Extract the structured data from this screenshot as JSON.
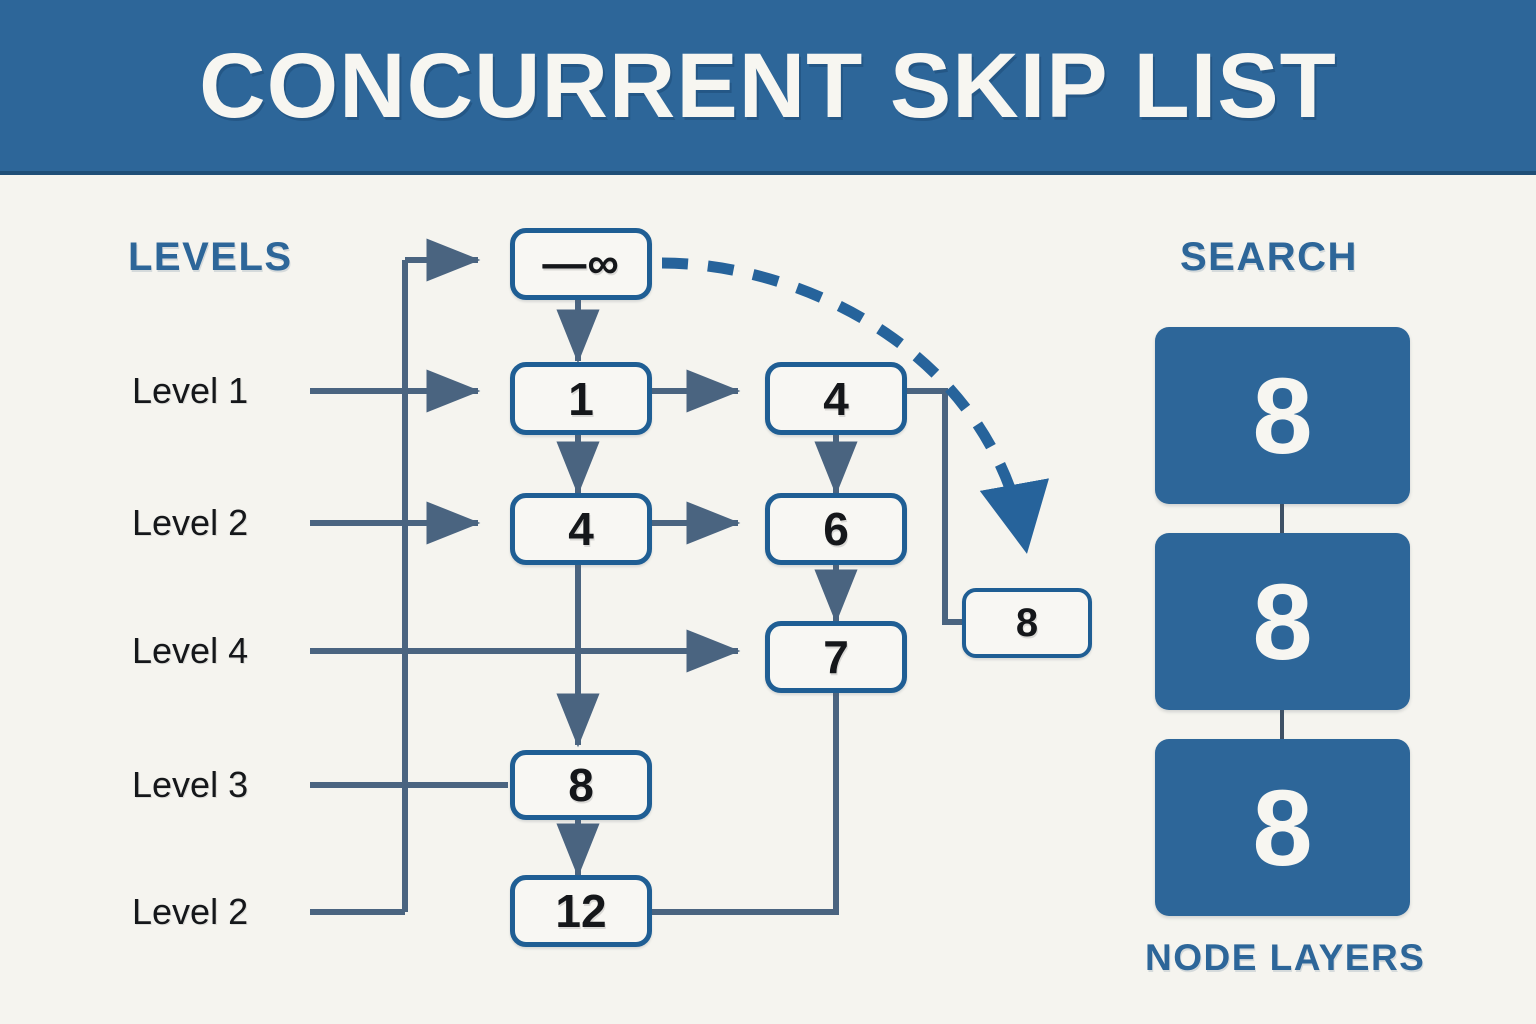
{
  "header": {
    "title": "CONCURRENT SKIP LIST"
  },
  "colors": {
    "header_bg": "#2D6699",
    "header_border": "#1F4E77",
    "page_bg": "#F5F4EF",
    "accent_blue": "#2D6699",
    "node_border": "#1F5E94",
    "node_fill": "#F8F7F3",
    "wire": "#4A6480",
    "dashed_arrow": "#1F5E94",
    "text_dark": "#15171A",
    "text_light": "#F7F6F1"
  },
  "levels_panel": {
    "heading": "LEVELS",
    "labels": [
      {
        "text": "Level 1"
      },
      {
        "text": "Level 2"
      },
      {
        "text": "Level 4"
      },
      {
        "text": "Level 3"
      },
      {
        "text": "Level 2"
      }
    ]
  },
  "diagram": {
    "nodes": [
      {
        "id": "neg-inf",
        "label": "—∞"
      },
      {
        "id": "n1",
        "label": "1"
      },
      {
        "id": "n4a",
        "label": "4"
      },
      {
        "id": "n4b",
        "label": "4"
      },
      {
        "id": "n6",
        "label": "6"
      },
      {
        "id": "n7",
        "label": "7"
      },
      {
        "id": "n8a",
        "label": "8"
      },
      {
        "id": "n8b",
        "label": "8"
      },
      {
        "id": "n12",
        "label": "12"
      }
    ]
  },
  "search_panel": {
    "heading": "SEARCH",
    "footer": "NODE LAYERS",
    "cards": [
      {
        "value": "8"
      },
      {
        "value": "8"
      },
      {
        "value": "8"
      }
    ]
  }
}
